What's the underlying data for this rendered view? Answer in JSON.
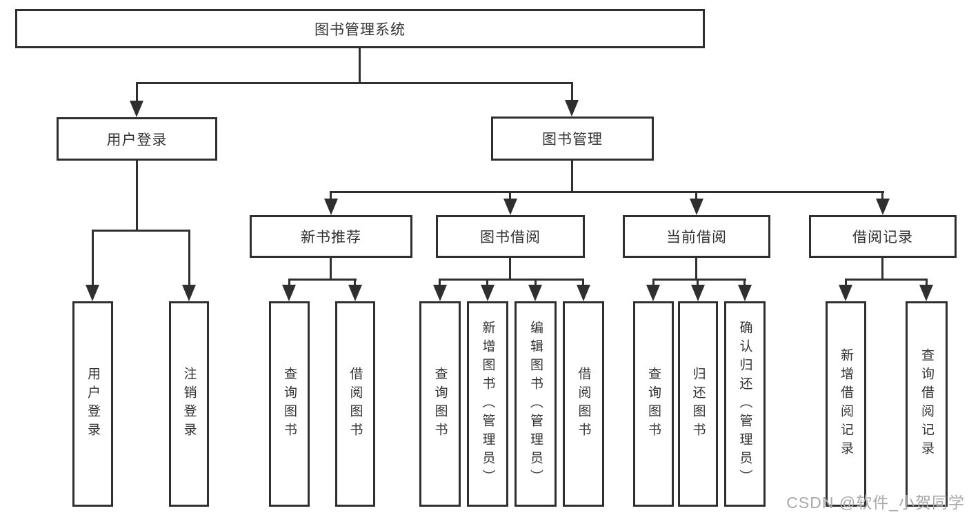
{
  "diagram": {
    "nodes": {
      "root": "图书管理系统",
      "user_login": "用户登录",
      "book_management": "图书管理",
      "new_book_recommend": "新书推荐",
      "book_borrow": "图书借阅",
      "current_borrow": "当前借阅",
      "borrow_records": "借阅记录",
      "login": "用户登录",
      "logout": "注销登录",
      "nb_query_books": "查询图书",
      "nb_borrow_books": "借阅图书",
      "bb_query_books": "查询图书",
      "bb_add_books": "新增图书（管理员）",
      "bb_edit_books": "编辑图书（管理员）",
      "bb_borrow_books": "借阅图书",
      "cb_query_books": "查询图书",
      "cb_return_books": "归还图书",
      "cb_confirm_return": "确认归还（管理员）",
      "br_add_record": "新增借阅记录",
      "br_query_record": "查询借阅记录"
    },
    "hierarchy": {
      "图书管理系统": {
        "用户登录": [
          "用户登录",
          "注销登录"
        ],
        "图书管理": {
          "新书推荐": [
            "查询图书",
            "借阅图书"
          ],
          "图书借阅": [
            "查询图书",
            "新增图书（管理员）",
            "编辑图书（管理员）",
            "借阅图书"
          ],
          "当前借阅": [
            "查询图书",
            "归还图书",
            "确认归还（管理员）"
          ],
          "借阅记录": [
            "新增借阅记录",
            "查询借阅记录"
          ]
        }
      }
    },
    "colors": {
      "line": "#2f2f2f",
      "text": "#333333",
      "background": "#ffffff",
      "watermark": "#a8a8a8"
    }
  },
  "watermark": {
    "text": "CSDN @软件_小贺同学"
  }
}
